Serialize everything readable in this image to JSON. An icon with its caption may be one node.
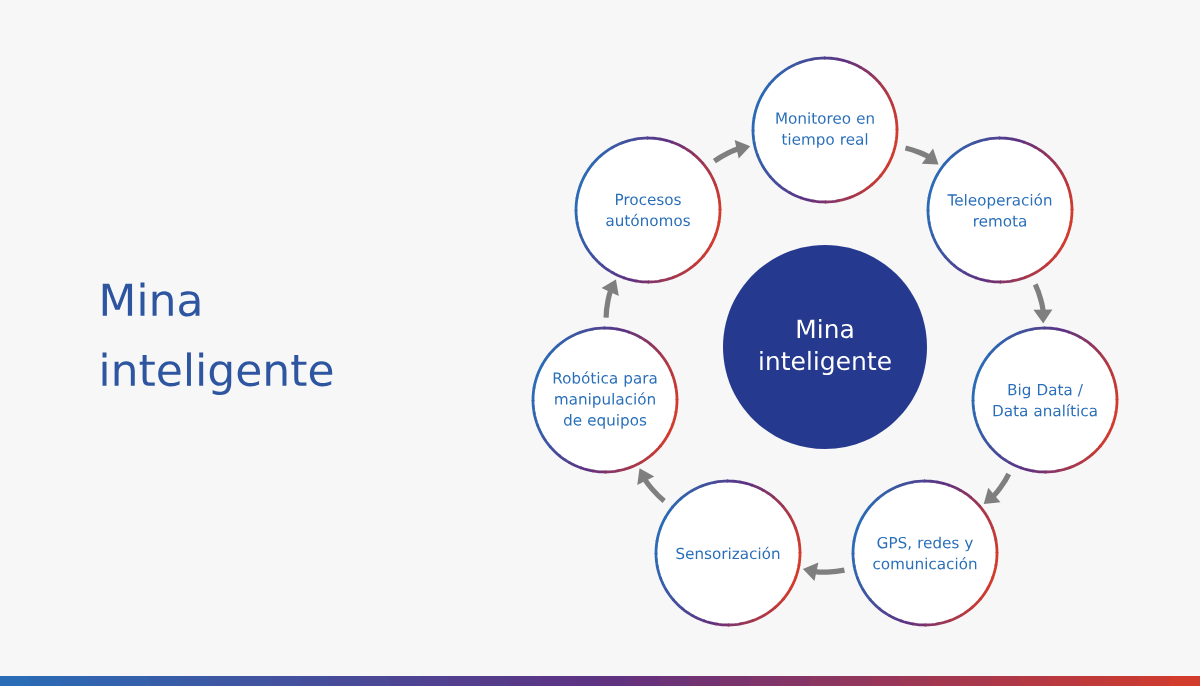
{
  "diagram": {
    "title": "Mina inteligente",
    "nodes": [
      {
        "text": [
          "Monitoreo en tiempo real"
        ]
      },
      {
        "text": [
          "Teleoperación remota"
        ]
      },
      {
        "text": [
          "Big Data / Data analítica"
        ]
      },
      {
        "text": [
          "GPS, redes y comunicación"
        ]
      },
      {
        "text": [
          "Sensorización"
        ]
      },
      {
        "text": [
          "Robótica para manipulación de equipos"
        ]
      },
      {
        "text": [
          "Procesos autónomos"
        ]
      },
      {
        "text": [
          "Mina inteligente"
        ]
      }
    ],
    "edges": [
      {
        "from": 6,
        "to": 0,
        "arrow": "to"
      },
      {
        "from": 0,
        "to": 1,
        "arrow": "to"
      },
      {
        "from": 1,
        "to": 2,
        "arrow": "to"
      },
      {
        "from": 2,
        "to": 3,
        "arrow": "to"
      },
      {
        "from": 3,
        "to": 4,
        "arrow": "to"
      },
      {
        "from": 4,
        "to": 5,
        "arrow": "to"
      },
      {
        "from": 5,
        "to": 6,
        "arrow": "to"
      }
    ]
  }
}
